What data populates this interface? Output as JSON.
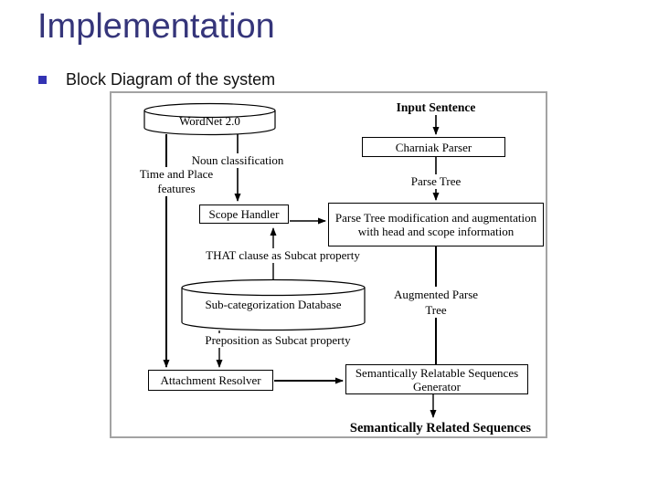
{
  "slide": {
    "title": "Implementation",
    "bullet": "Block Diagram of the system"
  },
  "diagram": {
    "nodes": {
      "wordnet": "WordNet 2.0",
      "input_sentence": "Input Sentence",
      "charniak_parser": "Charniak Parser",
      "parse_tree_mod": "Parse Tree modification and augmentation with head and scope information",
      "scope_handler": "Scope Handler",
      "subcat_db": "Sub-categorization Database",
      "attachment_resolver": "Attachment Resolver",
      "srs_generator": "Semantically Relatable Sequences Generator"
    },
    "edge_labels": {
      "parse_tree": "Parse Tree",
      "noun_classification": "Noun classification",
      "time_place": "Time and Place features",
      "that_clause": "THAT clause as Subcat property",
      "preposition": "Preposition as Subcat property",
      "augmented_parse_tree": "Augmented Parse Tree",
      "related_sequences": "Semantically Related Sequences"
    }
  },
  "colors": {
    "title": "#35357a",
    "bullet_square": "#3333b3",
    "frame_border": "#a3a3a3",
    "stroke": "#000000",
    "background": "#ffffff"
  }
}
